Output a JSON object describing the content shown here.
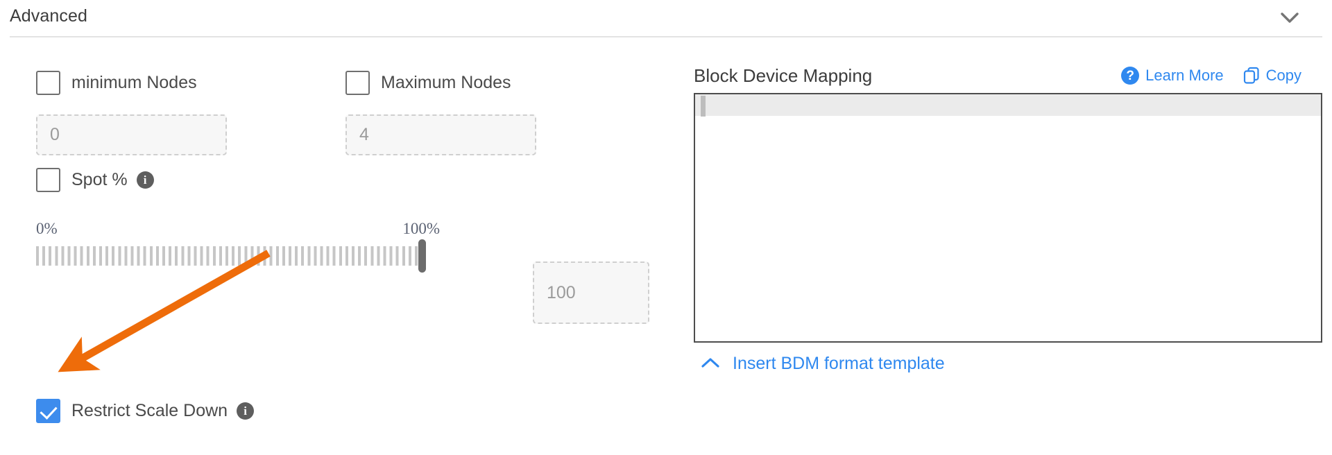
{
  "section": {
    "title": "Advanced",
    "collapse_icon": "chevron-down-icon"
  },
  "left": {
    "min_nodes": {
      "label": "minimum Nodes",
      "checked": false,
      "input_placeholder": "0",
      "input_value": ""
    },
    "max_nodes": {
      "label": "Maximum Nodes",
      "checked": false,
      "input_placeholder": "4",
      "input_value": ""
    },
    "spot": {
      "label": "Spot %",
      "checked": false,
      "info_icon": "info-icon",
      "info_glyph": "i"
    },
    "slider": {
      "min_label": "0%",
      "max_label": "100%",
      "value": 100,
      "value_input_placeholder": "100",
      "value_input_value": ""
    },
    "restrict_scale_down": {
      "label": "Restrict Scale Down",
      "checked": true,
      "info_icon": "info-icon",
      "info_glyph": "i"
    }
  },
  "right": {
    "title": "Block Device Mapping",
    "learn_more": {
      "label": "Learn More",
      "icon": "help-circle-icon",
      "glyph": "?"
    },
    "copy": {
      "label": "Copy",
      "icon": "copy-icon"
    },
    "editor": {
      "value": "",
      "placeholder": ""
    },
    "insert_template": {
      "label": "Insert BDM format template",
      "icon": "chevron-up-icon"
    }
  },
  "annotation": {
    "type": "arrow",
    "color": "#ee6c0a",
    "points_to": "restrict-scale-down-checkbox"
  },
  "colors": {
    "accent_blue": "#2f88ef",
    "checkbox_blue": "#3d8ced",
    "annotation_orange": "#ee6c0a",
    "text_dark": "#3c3c3c",
    "text_muted": "#9b9b9b",
    "slider_label": "#5b6273"
  }
}
